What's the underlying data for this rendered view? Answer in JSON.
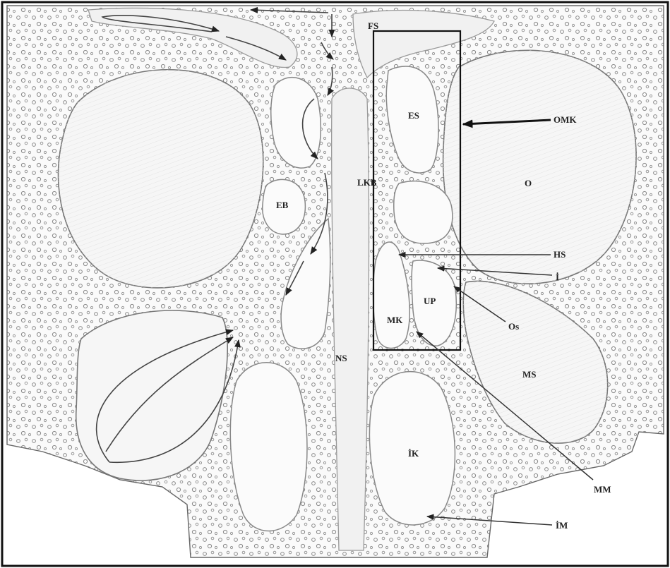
{
  "labels": {
    "fs": "FS",
    "es": "ES",
    "omk": "OMK",
    "o": "O",
    "lkb": "LKB",
    "eb": "EB",
    "hs": "HS",
    "i": "İ",
    "up": "UP",
    "mk": "MK",
    "os": "Os",
    "ms": "MS",
    "ns": "NS",
    "ik": "İK",
    "mm": "MM",
    "im": "İM"
  }
}
